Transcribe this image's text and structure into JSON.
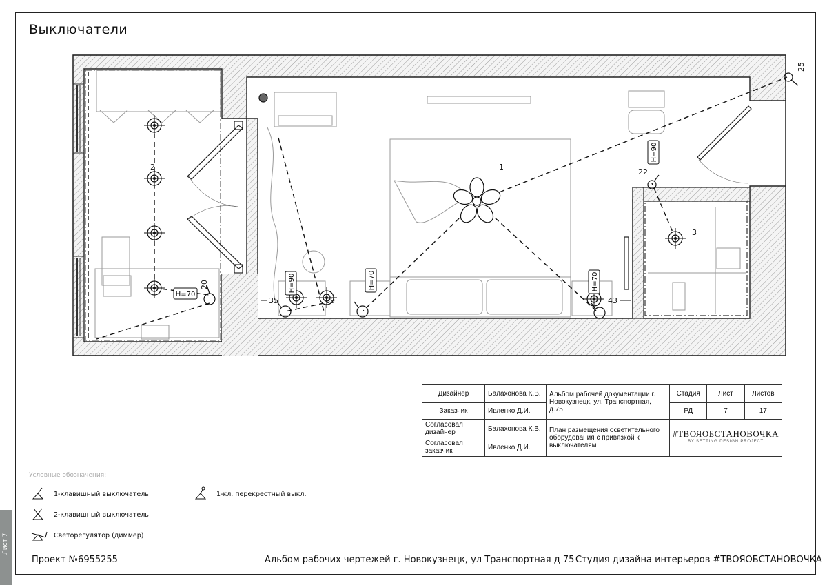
{
  "sheet": {
    "title": "Выключатели",
    "side_tab": "Лист 7"
  },
  "plan": {
    "room_labels": [
      "1",
      "2",
      "3"
    ],
    "switch_labels": [
      "35",
      "89",
      "43",
      "20",
      "22",
      "25"
    ],
    "height_tags": [
      "H=70",
      "H=90",
      "H=70",
      "H=70",
      "H=90"
    ]
  },
  "title_block": {
    "designer_label": "Дизайнер",
    "designer_name": "Балахонова К.В.",
    "client_label": "Заказчик",
    "client_name": "Ивленко Д.И.",
    "approved_designer_label": "Согласовал дизайнер",
    "approved_designer_name": "Балахонова К.В.",
    "approved_client_label": "Согласовал заказчик",
    "approved_client_name": "Ивленко Д.И.",
    "album_text": "Альбом рабочей документации г. Новокузнецк, ул. Транспортная, д.75",
    "sheet_title": "План размещения осветительного оборудования с привязкой к выключателям",
    "stage_label": "Стадия",
    "stage_value": "РД",
    "sheet_label": "Лист",
    "sheet_value": "7",
    "sheets_label": "Листов",
    "sheets_value": "17",
    "brand": "#ТВОЯОБСТАНОВОЧКА",
    "brand_sub": "BY SETTING DESIGN PROJECT"
  },
  "legend": {
    "title": "Условные обозначения:",
    "items": [
      {
        "label": "1-клавишный выключатель",
        "icon": "one-key-switch-icon"
      },
      {
        "label": "2-клавишный выключатель",
        "icon": "two-key-switch-icon"
      },
      {
        "label": "Светорегулятор (диммер)",
        "icon": "dimmer-icon"
      },
      {
        "label": "1-кл. перекрестный выкл.",
        "icon": "cross-switch-icon"
      }
    ]
  },
  "footer": {
    "project": "Проект №6955255",
    "album": "Альбом рабочих чертежей г. Новокузнецк, ул Транспортная д 75",
    "studio": "Студия дизайна интерьеров #ТВОЯОБСТАНОВОЧКА"
  },
  "colors": {
    "wall_hatch": "#888888",
    "line": "#111111",
    "furniture": "#9a9a9a"
  }
}
